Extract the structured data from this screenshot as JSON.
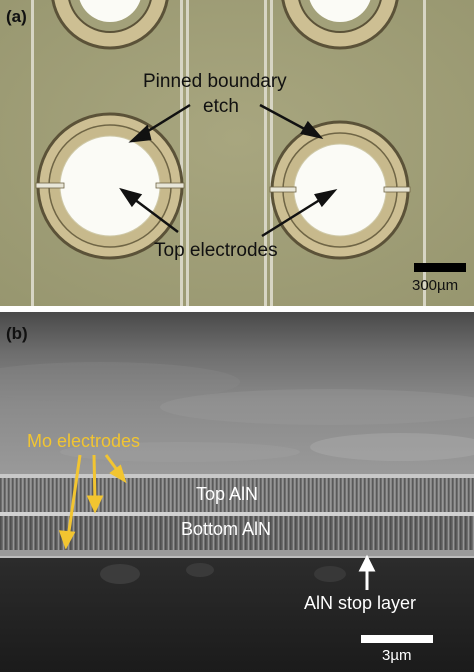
{
  "panel_a": {
    "label": "(a)",
    "annotations": {
      "pinned_boundary_line1": "Pinned boundary",
      "pinned_boundary_line2": "etch",
      "top_electrodes": "Top electrodes"
    },
    "scale_bar": "300µm"
  },
  "panel_b": {
    "label": "(b)",
    "annotations": {
      "mo_electrodes": "Mo electrodes",
      "top_aln": "Top AlN",
      "bottom_aln": "Bottom AlN",
      "aln_stop_layer": "AlN stop layer"
    },
    "scale_bar": "3µm"
  },
  "colors": {
    "substrate_olive": "#a3a17a",
    "etch_ring_tan": "#cdbf93",
    "ring_edge_dark": "#5b5238",
    "electrode_white": "#fbfbf6",
    "label_yellow": "#f2c531"
  }
}
